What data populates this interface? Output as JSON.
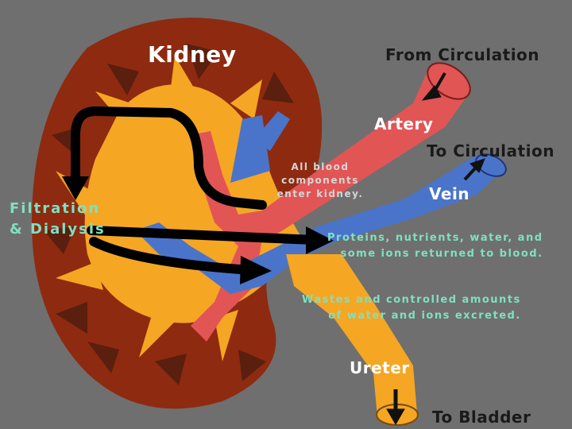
{
  "labels": {
    "kidney": "Kidney",
    "from_circulation": "From Circulation",
    "artery": "Artery",
    "to_circulation": "To Circulation",
    "vein": "Vein",
    "filtration_line1": "Filtration",
    "filtration_line2": "& Dialysis",
    "blood_line1": "All blood",
    "blood_line2": "components",
    "blood_line3": "enter kidney.",
    "proteins_line1": "Proteins, nutrients, water, and",
    "proteins_line2": "some ions returned to blood.",
    "wastes_line1": "Wastes and controlled amounts",
    "wastes_line2": "of water and ions excreted.",
    "ureter": "Ureter",
    "to_bladder": "To Bladder"
  },
  "colors": {
    "background": "#6f6f6f",
    "cortex": "#8e2a10",
    "medulla_pyramids": "#5a1f0e",
    "pelvis": "#f5a623",
    "artery": "#e25555",
    "vein": "#4a74c9",
    "ureter": "#f5a623",
    "arrows": "#000000",
    "annotation_text": "#7fe0c2"
  }
}
